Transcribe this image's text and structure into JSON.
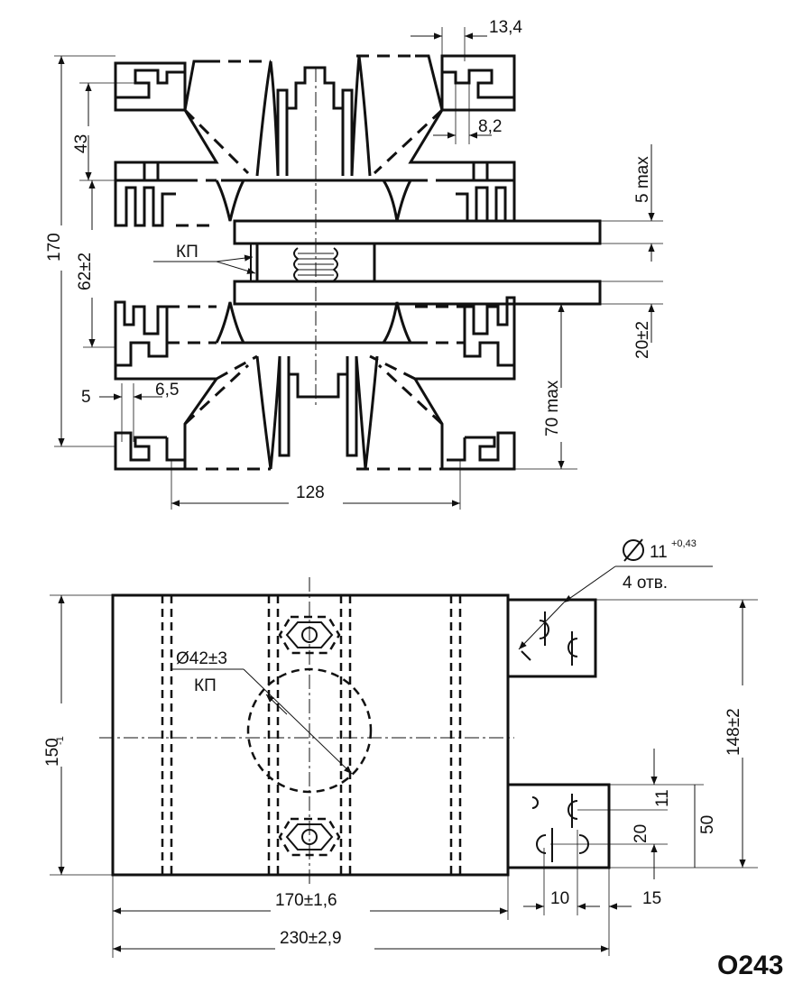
{
  "drawing_code": "O243",
  "top_view": {
    "dims": {
      "d13_4": "13,4",
      "d8_2": "8,2",
      "d5max": "5 max",
      "d43": "43",
      "d170": "170",
      "d62": "62±2",
      "kp": "КП",
      "d20": "20±2",
      "d70max": "70 max",
      "d5": "5",
      "d6_5": "6,5",
      "d128": "128"
    }
  },
  "bottom_view": {
    "dims": {
      "hole_dia": "11",
      "hole_tol": "+0,43",
      "hole_count": "4 отв.",
      "d42": "Ø42±3",
      "kp": "КП",
      "d150": "150",
      "d150_sub": "-1",
      "d148": "148±2",
      "d20": "20",
      "d11": "11",
      "d50": "50",
      "d170": "170±1,6",
      "d10": "10",
      "d15": "15",
      "d230": "230±2,9"
    }
  }
}
